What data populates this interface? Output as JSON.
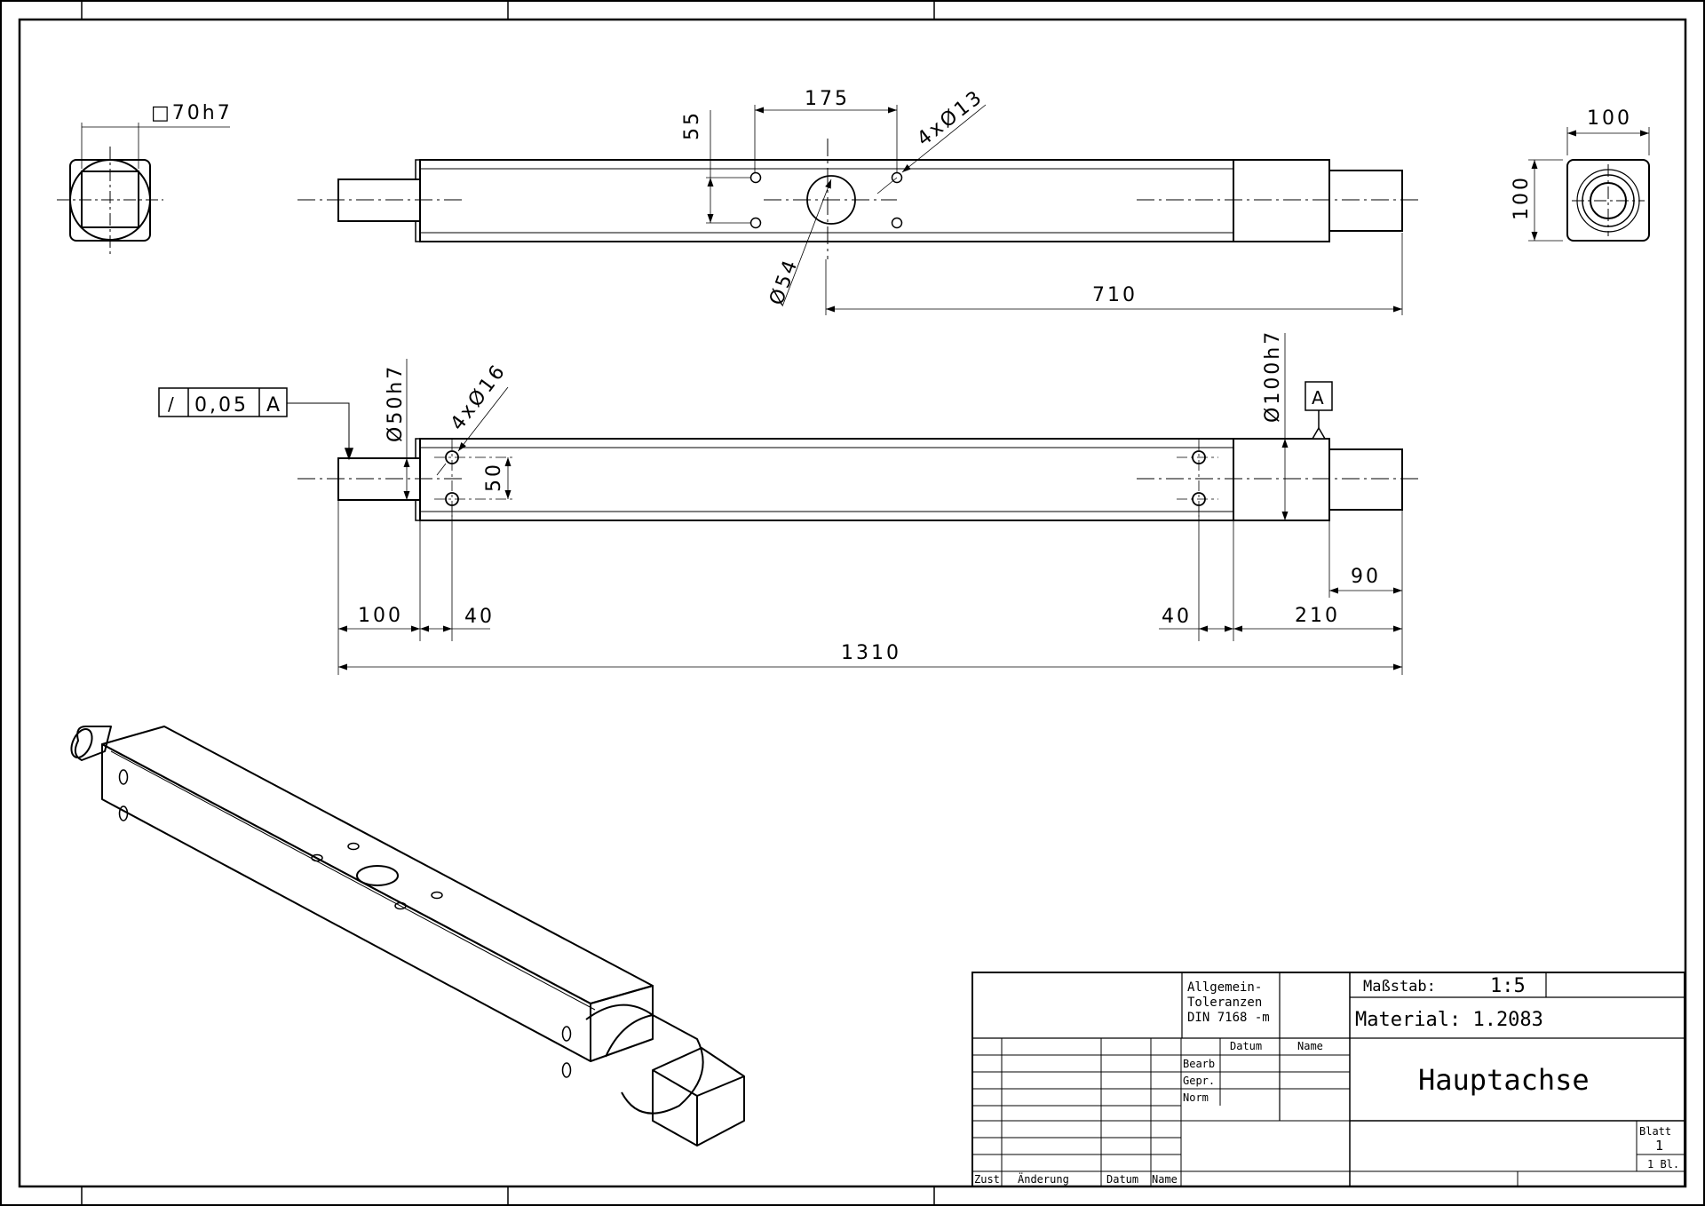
{
  "views": {
    "end_left": {
      "dim_label": "□70h7"
    },
    "top": {
      "dim_hole_spacing_x": "175",
      "dim_hole_spacing_y": "55",
      "dim_small_holes": "4xØ13",
      "dim_center_hole": "Ø54",
      "dim_hole_position": "710"
    },
    "end_right": {
      "dim_width": "100",
      "dim_height": "100"
    },
    "front": {
      "tolerance_frame": {
        "symbol": "/",
        "value": "0,05",
        "datum": "A"
      },
      "dim_left_journal": "Ø50h7",
      "dim_holes": "4xØ16",
      "dim_hole_spacing": "50",
      "dim_right_diameter": "Ø100h7",
      "datum_label": "A",
      "dim_left_stub": "100",
      "dim_left_hole_offset": "40",
      "dim_right_hole_offset": "40",
      "dim_right_section": "210",
      "dim_right_stub": "90",
      "dim_overall": "1310"
    }
  },
  "title_block": {
    "tolerances_line1": "Allgemein-",
    "tolerances_line2": "Toleranzen",
    "tolerances_line3": "DIN 7168 -m",
    "scale_label": "Maßstab:",
    "scale_value": "1:5",
    "material": "Material: 1.2083",
    "col_datum": "Datum",
    "col_name": "Name",
    "row_bearb": "Bearb",
    "row_gepr": "Gepr.",
    "row_norm": "Norm",
    "title": "Hauptachse",
    "sheet_label": "Blatt",
    "sheet_number": "1",
    "sheet_total": "1 Bl.",
    "rev_zust": "Zust",
    "rev_aenderung": "Änderung",
    "rev_datum": "Datum",
    "rev_name": "Name"
  }
}
